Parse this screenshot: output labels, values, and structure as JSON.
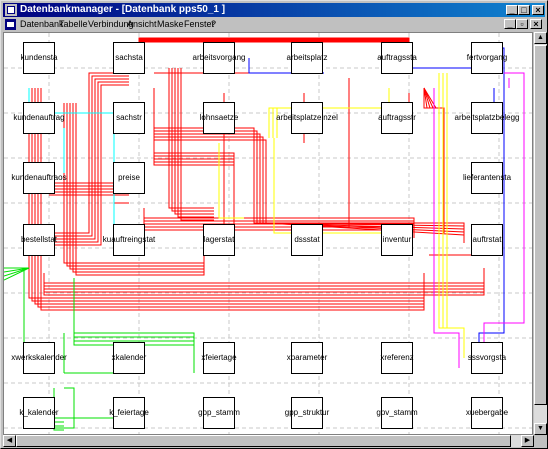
{
  "window": {
    "title": "Datenbankmanager - [Datenbank pps50_1 ]",
    "menus": [
      "Datenbank",
      "Tabelle",
      "Verbindung",
      "Ansicht",
      "Maske",
      "Fenster",
      "?"
    ]
  },
  "tables": [
    {
      "id": "kundensta",
      "label": "kundensta"
    },
    {
      "id": "sachsta",
      "label": "sachsta"
    },
    {
      "id": "arbeitsvorgang",
      "label": "arbeitsvorgang"
    },
    {
      "id": "arbeitsplatz",
      "label": "arbeitsplatz"
    },
    {
      "id": "auftragssta",
      "label": "auftragssta"
    },
    {
      "id": "fertvorgang",
      "label": "fertvorgang"
    },
    {
      "id": "kundenauftrag",
      "label": "kundenauftrag"
    },
    {
      "id": "sachstr",
      "label": "sachstr"
    },
    {
      "id": "lohnsaetze",
      "label": "lohnsaetze"
    },
    {
      "id": "arbeitsplatzeinzel",
      "label": "arbeitsplatzeinzel"
    },
    {
      "id": "auftragsstr",
      "label": "auftragsstr"
    },
    {
      "id": "arbeitsplatzbelegg",
      "label": "arbeitsplatzbelegg"
    },
    {
      "id": "kundenauftraos",
      "label": "kundenauftraos"
    },
    {
      "id": "preise",
      "label": "preise"
    },
    {
      "id": "lieferantensta",
      "label": "lieferantensta"
    },
    {
      "id": "bestellstat",
      "label": "bestellstat"
    },
    {
      "id": "kuauftreingstat",
      "label": "kuauftreingstat"
    },
    {
      "id": "lagerstat",
      "label": "lagerstat"
    },
    {
      "id": "dssstat",
      "label": "dssstat"
    },
    {
      "id": "inventur",
      "label": "inventur"
    },
    {
      "id": "auftrstat",
      "label": "auftrstat"
    },
    {
      "id": "xwerkskalender",
      "label": "xwerkskalender"
    },
    {
      "id": "xkalender",
      "label": "xkalender"
    },
    {
      "id": "xfeiertage",
      "label": "xfeiertage"
    },
    {
      "id": "xparameter",
      "label": "xparameter"
    },
    {
      "id": "xreferenz",
      "label": "xreferenz"
    },
    {
      "id": "sssvorgsta",
      "label": "sssvorgsta"
    },
    {
      "id": "k_kalender",
      "label": "k_kalender"
    },
    {
      "id": "k_feiertage",
      "label": "k_feiertage"
    },
    {
      "id": "gpp_stamm",
      "label": "gpp_stamm"
    },
    {
      "id": "gpp_struktur",
      "label": "gpp_struktur"
    },
    {
      "id": "gpv_stamm",
      "label": "gpv_stamm"
    },
    {
      "id": "xuebergabe",
      "label": "xuebergabe"
    }
  ],
  "colors": {
    "red": "#ff0000",
    "green": "#00e000",
    "yellow": "#ffff00",
    "cyan": "#00ffff",
    "blue": "#0000ff",
    "magenta": "#ff00ff",
    "grid": "#c8c8c8"
  },
  "icons": {
    "minimize": "minimize-icon",
    "maximize": "maximize-icon",
    "close": "close-icon",
    "scroll_up": "arrow-up-icon",
    "scroll_down": "arrow-down-icon",
    "scroll_left": "arrow-left-icon",
    "scroll_right": "arrow-right-icon"
  }
}
